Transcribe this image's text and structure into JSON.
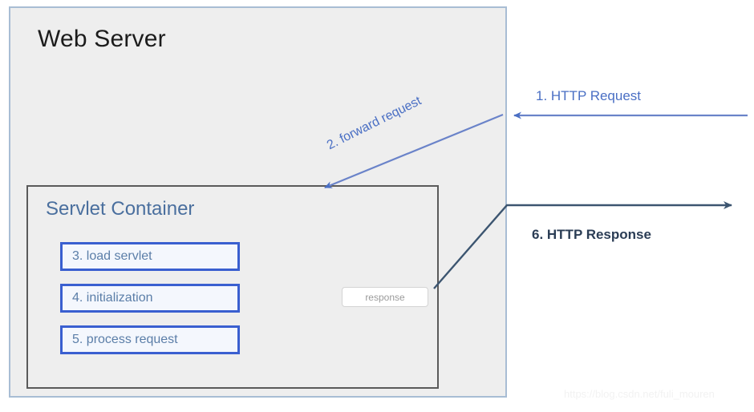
{
  "diagram": {
    "title": "Web Server",
    "watermark": "https://blog.csdn.net/fuli_mouren",
    "colors": {
      "outer_box_fill": "#eeeeee",
      "outer_box_border": "#a8bdd4",
      "inner_box_border": "#5a5a5a",
      "step_border": "#3a5fd0",
      "step_fill": "#f4f7fd",
      "blue_text": "#4a6f9e",
      "blue_arrow": "#4a6fc4",
      "dark_arrow": "#3c5570",
      "page_background": "#ffffff"
    },
    "web_server": {
      "label": "Web Server"
    },
    "servlet_container": {
      "label": "Servlet Container",
      "steps": [
        {
          "label": "3. load servlet"
        },
        {
          "label": "4. initialization"
        },
        {
          "label": "5. process request"
        }
      ],
      "response_chip": {
        "label": "response"
      }
    },
    "arrows": [
      {
        "id": "http-request",
        "label": "1. HTTP Request",
        "direction": "right-to-left",
        "color": "#4a6fc4",
        "style": "straight-horizontal"
      },
      {
        "id": "forward-request",
        "label": "2. forward request",
        "direction": "upper-right-to-lower-left",
        "color": "#4a6fc4",
        "style": "diagonal"
      },
      {
        "id": "http-response",
        "label": "6. HTTP Response",
        "direction": "left-to-right",
        "color": "#3c5570",
        "style": "diagonal-then-horizontal"
      }
    ]
  }
}
